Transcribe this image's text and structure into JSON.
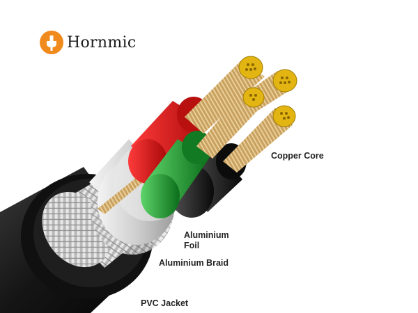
{
  "brand": {
    "name": "Hornmic",
    "logo_icon": "plug-icon",
    "logo_color": "#f08a1c"
  },
  "labels": {
    "copper_core": "Copper Core",
    "aluminium_foil": "Aluminium\nFoil",
    "aluminium_braid": "Aluminium Braid",
    "pvc_jacket": "PVC Jacket"
  },
  "colors": {
    "jacket": "#151515",
    "braid": "#c9c9c9",
    "foil": "#dedede",
    "wire_red": "#d11a1a",
    "wire_green": "#1f9a2f",
    "wire_black": "#1a1a1a",
    "copper": "#c8a060",
    "copper_tip": "#e0b010"
  }
}
